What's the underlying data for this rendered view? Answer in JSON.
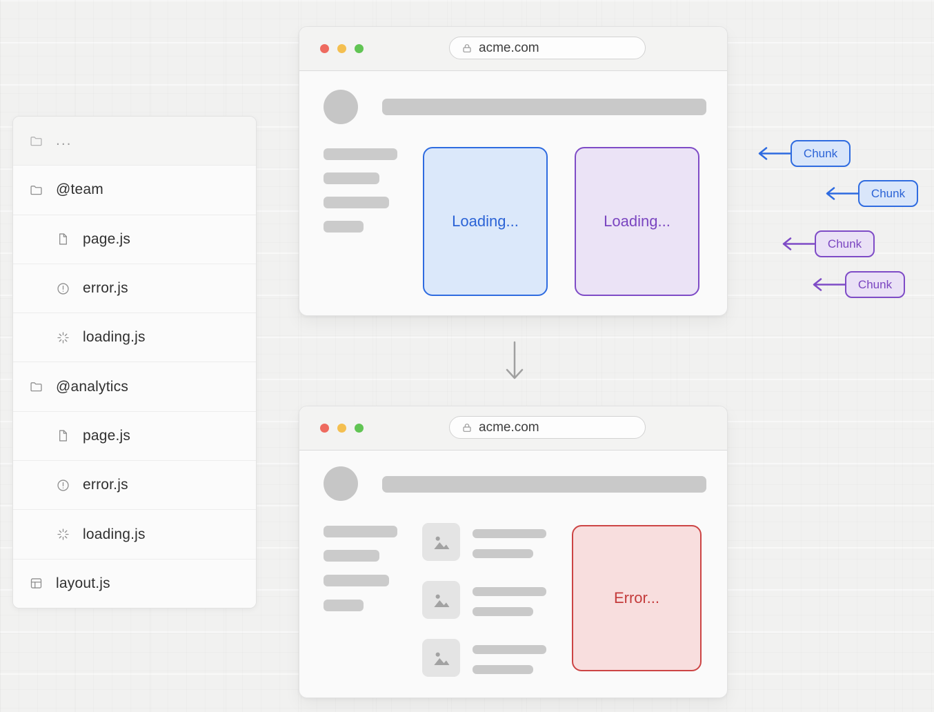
{
  "file_tree": {
    "items": [
      {
        "label": "...",
        "icon": "folder-icon"
      },
      {
        "label": "@team",
        "icon": "folder-icon"
      },
      {
        "label": "page.js",
        "icon": "file-icon"
      },
      {
        "label": "error.js",
        "icon": "alert-circle-icon"
      },
      {
        "label": "loading.js",
        "icon": "spinner-icon"
      },
      {
        "label": "@analytics",
        "icon": "folder-icon"
      },
      {
        "label": "page.js",
        "icon": "file-icon"
      },
      {
        "label": "error.js",
        "icon": "alert-circle-icon"
      },
      {
        "label": "loading.js",
        "icon": "spinner-icon"
      },
      {
        "label": "layout.js",
        "icon": "layout-icon"
      }
    ]
  },
  "browser_loading": {
    "url": "acme.com",
    "slots": [
      {
        "label": "Loading...",
        "variant": "blue"
      },
      {
        "label": "Loading...",
        "variant": "purple"
      }
    ]
  },
  "browser_error": {
    "url": "acme.com",
    "slot": {
      "label": "Error...",
      "variant": "red"
    }
  },
  "chunks": [
    {
      "label": "Chunk",
      "variant": "blue"
    },
    {
      "label": "Chunk",
      "variant": "blue"
    },
    {
      "label": "Chunk",
      "variant": "purple"
    },
    {
      "label": "Chunk",
      "variant": "purple"
    }
  ],
  "colors": {
    "blue_border": "#2e6be0",
    "blue_fill": "#dbe8fa",
    "blue_text": "#2b63d6",
    "purple_border": "#7e4bc6",
    "purple_fill": "#ebe3f6",
    "purple_text": "#7a45c0",
    "red_border": "#cc4444",
    "red_fill": "#f8dede",
    "red_text": "#c43b3b",
    "traffic_red": "#ee6a5f",
    "traffic_yellow": "#f4bf50",
    "traffic_green": "#61c454"
  }
}
